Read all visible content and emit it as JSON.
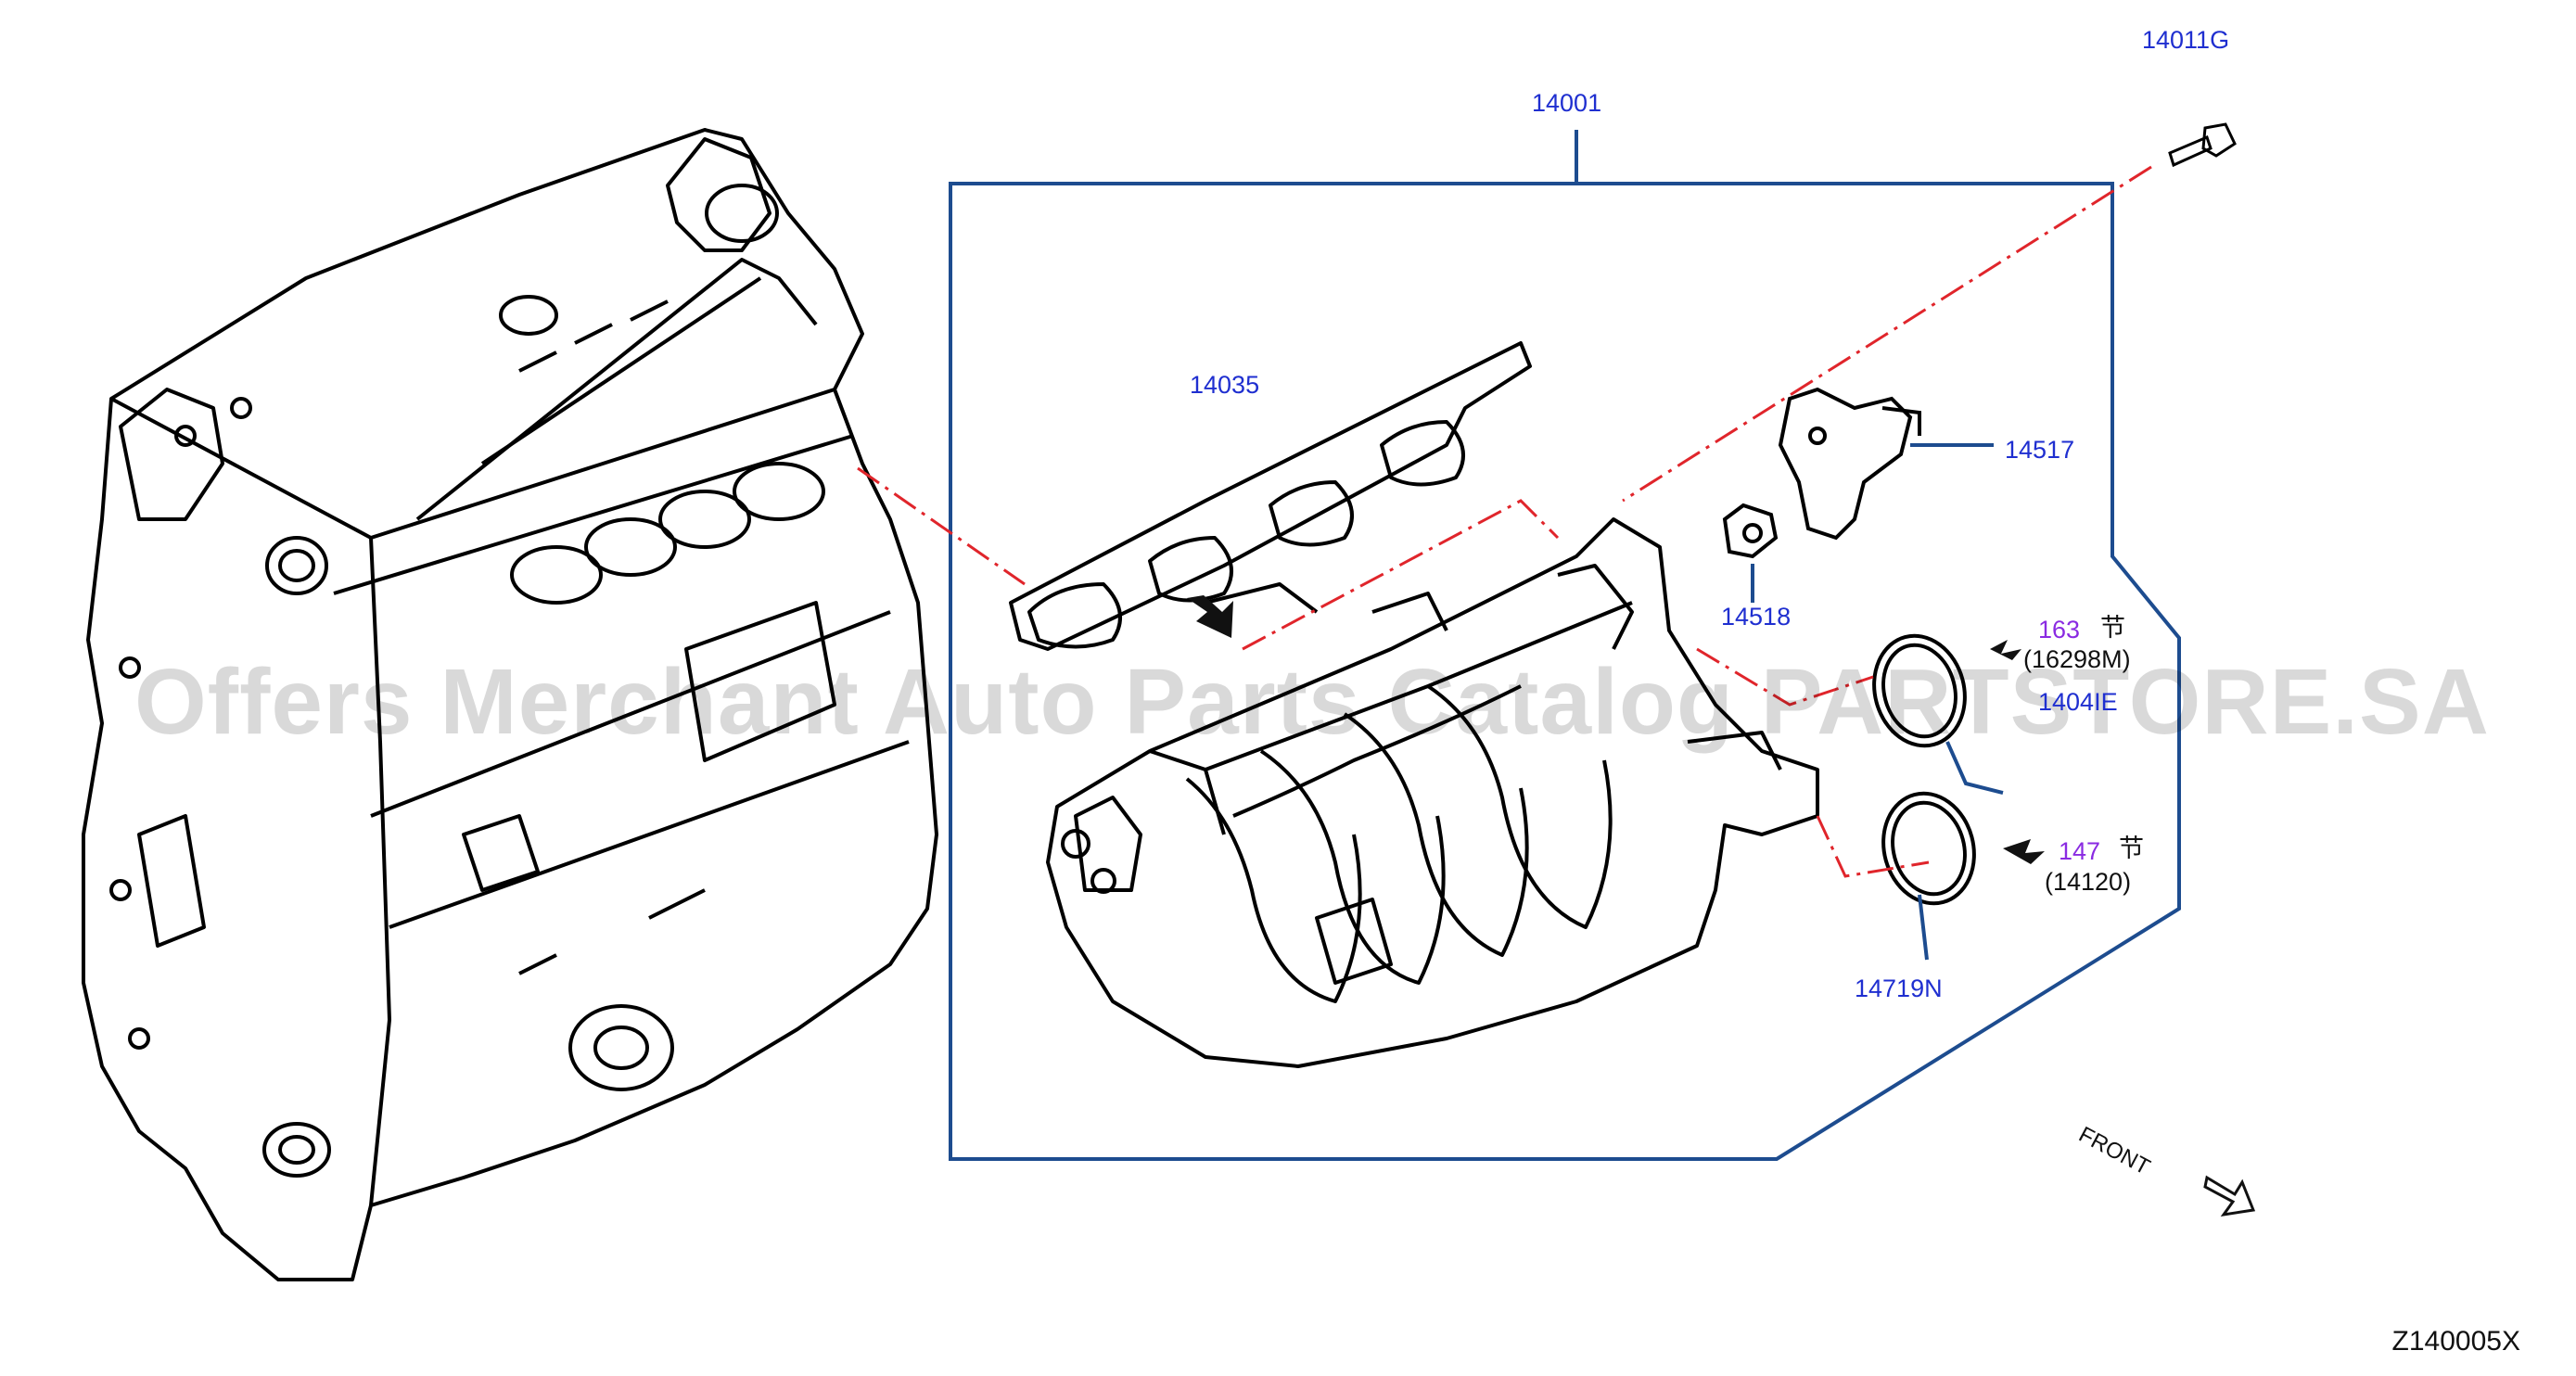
{
  "parts": {
    "p14001": "14001",
    "p14011G": "14011G",
    "p14035": "14035",
    "p14517": "14517",
    "p14518": "14518",
    "p14040E": "1404ІE",
    "p14719N": "14719N"
  },
  "refs": {
    "r163": "163",
    "r163_sym": "节",
    "r163_sub": "(16298M)",
    "r147": "147",
    "r147_sym": "节",
    "r147_sub": "(14120)"
  },
  "front_label": "FRONT",
  "diagram_code": "Z140005X",
  "watermark": "Offers Merchant Auto Parts Catalog PARTSTORE.SA",
  "colors": {
    "link": "#1f2fd0",
    "frame": "#1d4c8f",
    "ref": "#8a2be2",
    "dash": "#e0252b"
  }
}
